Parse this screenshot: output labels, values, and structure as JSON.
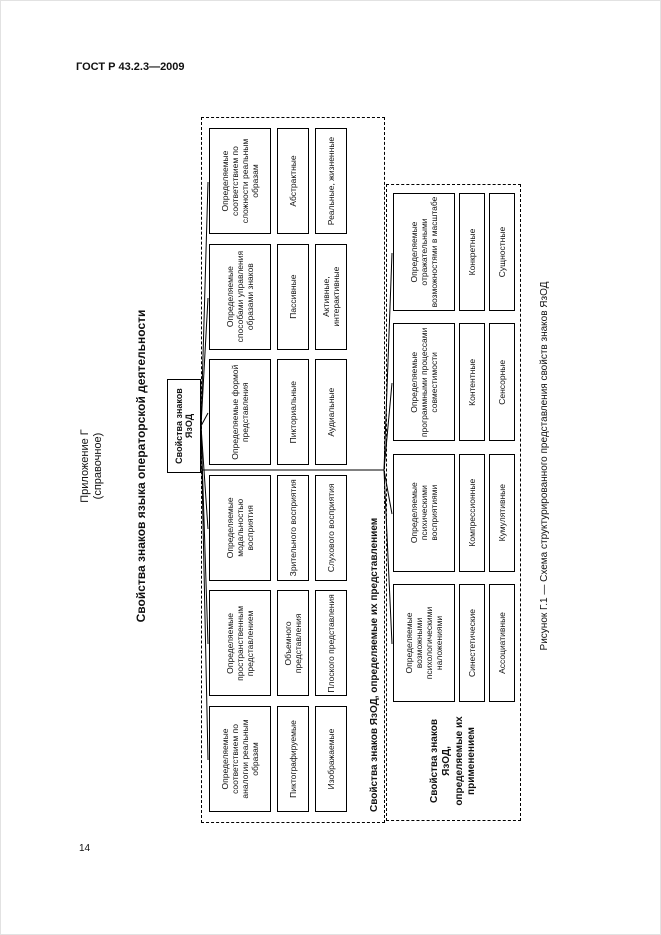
{
  "page": {
    "header": "ГОСТ Р 43.2.3—2009",
    "page_number": "14",
    "appendix": "Приложение Г",
    "appendix_note": "(справочное)",
    "title": "Свойства знаков языка операторской деятельности",
    "caption": "Рисунок Г.1 — Схема структурированного представления свойств знаков ЯзОД"
  },
  "diagram": {
    "root": "Свойства знаков ЯзОД",
    "group1": {
      "label": "Свойства знаков ЯзОД, определяемые их представлением",
      "columns": [
        {
          "header": "Определяемые соответствием по аналогии реальным образам",
          "children": [
            "Пиктографируемые",
            "Изображаемые"
          ]
        },
        {
          "header": "Определяемые пространственным представлением",
          "children": [
            "Объемного представления",
            "Плоского представления"
          ]
        },
        {
          "header": "Определяемые модальностью восприятия",
          "children": [
            "Зрительного восприятия",
            "Слухового восприятия"
          ]
        },
        {
          "header": "Определяемые формой представления",
          "children": [
            "Пикториальные",
            "Аудиальные"
          ]
        },
        {
          "header": "Определяемые способами управления образами знаков",
          "children": [
            "Пассивные",
            "Активные, интерактивные"
          ]
        },
        {
          "header": "Определяемые соответствием по сложности реальным образам",
          "children": [
            "Абстрактные",
            "Реальные, жизненные"
          ]
        }
      ]
    },
    "group2": {
      "label": "Свойства знаков ЯзОД, определяемые их применением",
      "columns": [
        {
          "header": "Определяемые возможными психологическими наложениями",
          "children": [
            "Синестетические",
            "Ассоциативные"
          ]
        },
        {
          "header": "Определяемые психическими восприятиями",
          "children": [
            "Компрессионные",
            "Кумулятивные"
          ]
        },
        {
          "header": "Определяемые программными процессами совместимости",
          "children": [
            "Контентные",
            "Сенсорные"
          ]
        },
        {
          "header": "Определяемые отражательными возможностями в масштабе",
          "children": [
            "Конкретные",
            "Сущностные"
          ]
        }
      ]
    }
  }
}
